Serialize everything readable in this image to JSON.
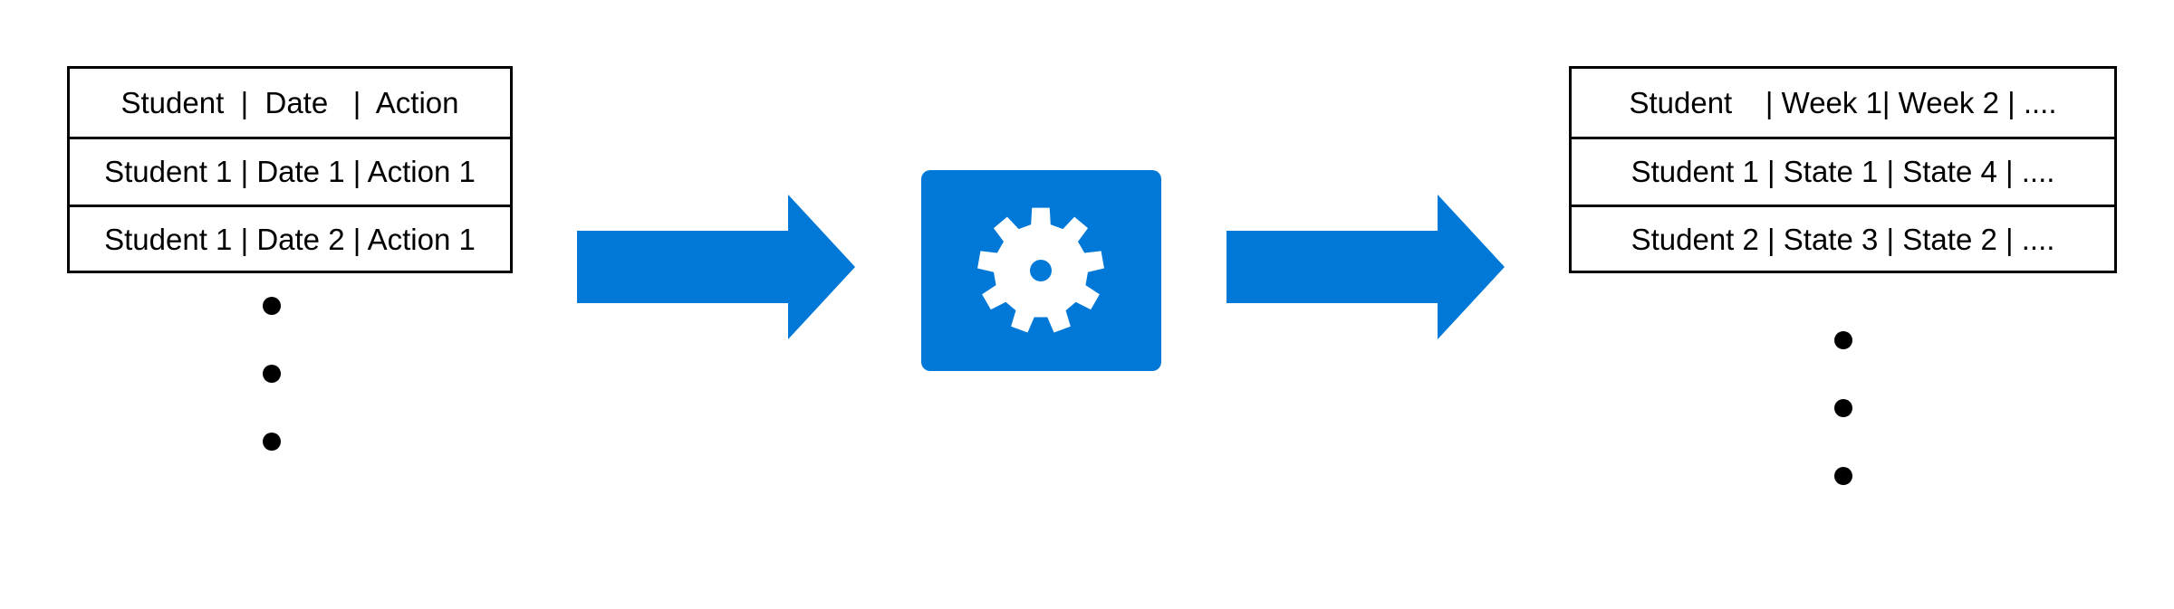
{
  "input_table": {
    "rows": [
      "Student  |  Date   |  Action",
      "Student 1 | Date 1 | Action 1",
      "Student 1 | Date 2 | Action 1"
    ]
  },
  "output_table": {
    "rows": [
      "Student    | Week 1| Week 2 | ....",
      "Student 1 | State 1 | State 4 | ....",
      "Student 2 | State 3 | State 2 | ...."
    ]
  },
  "colors": {
    "accent": "#0078d7",
    "gear": "#ffffff",
    "border": "#000000",
    "background": "#ffffff"
  },
  "icons": {
    "processor": "gear-icon"
  }
}
